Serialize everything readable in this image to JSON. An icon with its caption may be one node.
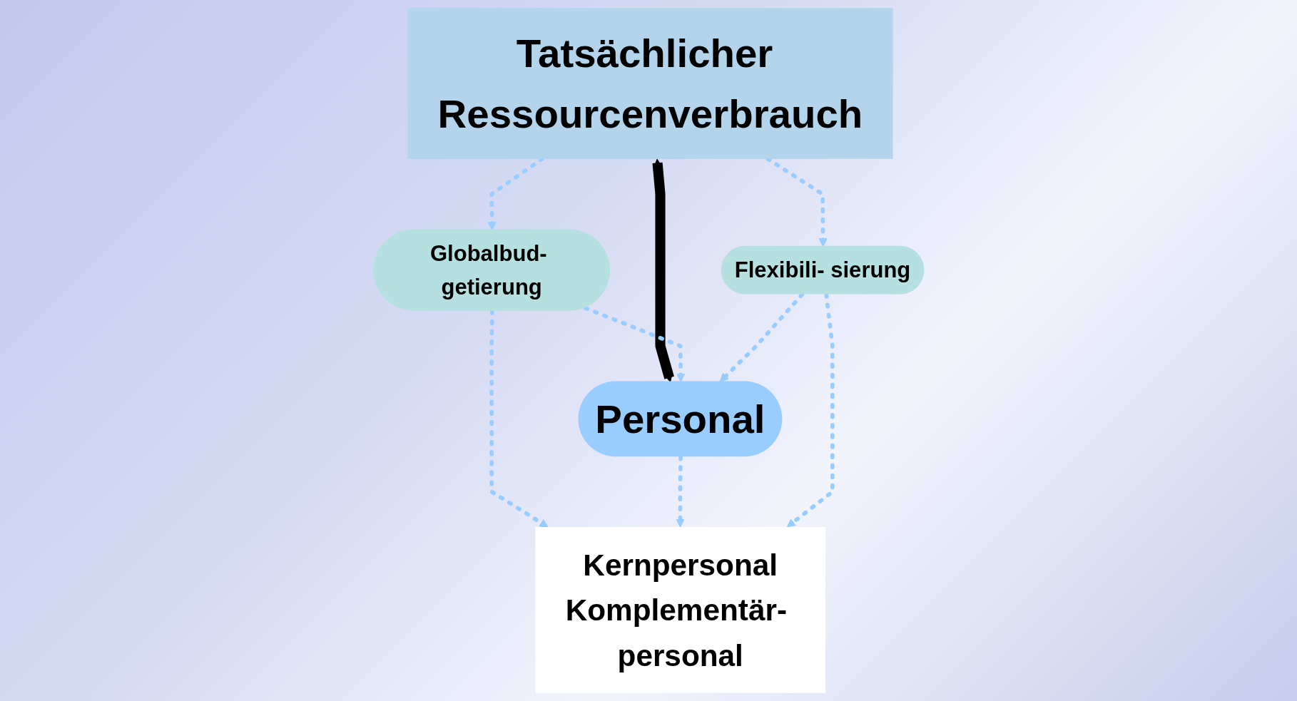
{
  "diagram": {
    "nodes": [
      {
        "text": [
          "Tatsächlicher Ressourcenverbrauch"
        ]
      },
      {
        "text": [
          "Globalbud- getierung"
        ]
      },
      {
        "text": [
          "Personal"
        ]
      },
      {
        "text": [
          "Flexibili- sierung"
        ]
      },
      {
        "text": [
          "Kernpersonal",
          "Komplementär- personal"
        ]
      }
    ],
    "edges": [
      {
        "from": 0,
        "to": 1,
        "arrow": "to",
        "style": "dashed"
      },
      {
        "from": 0,
        "to": 3,
        "arrow": "to",
        "style": "dashed"
      },
      {
        "from": 0,
        "to": 2,
        "arrow": "both",
        "style": "thick",
        "color": "#000000"
      },
      {
        "from": 1,
        "to": 2,
        "arrow": "to",
        "style": "dashed"
      },
      {
        "from": 3,
        "to": 2,
        "arrow": "to",
        "style": "dashed"
      },
      {
        "from": 1,
        "to": 4,
        "arrow": "to",
        "style": "dashed"
      },
      {
        "from": 2,
        "to": 4,
        "arrow": "to",
        "style": "dashed"
      },
      {
        "from": 3,
        "to": 4,
        "arrow": "to",
        "style": "dashed"
      }
    ]
  }
}
